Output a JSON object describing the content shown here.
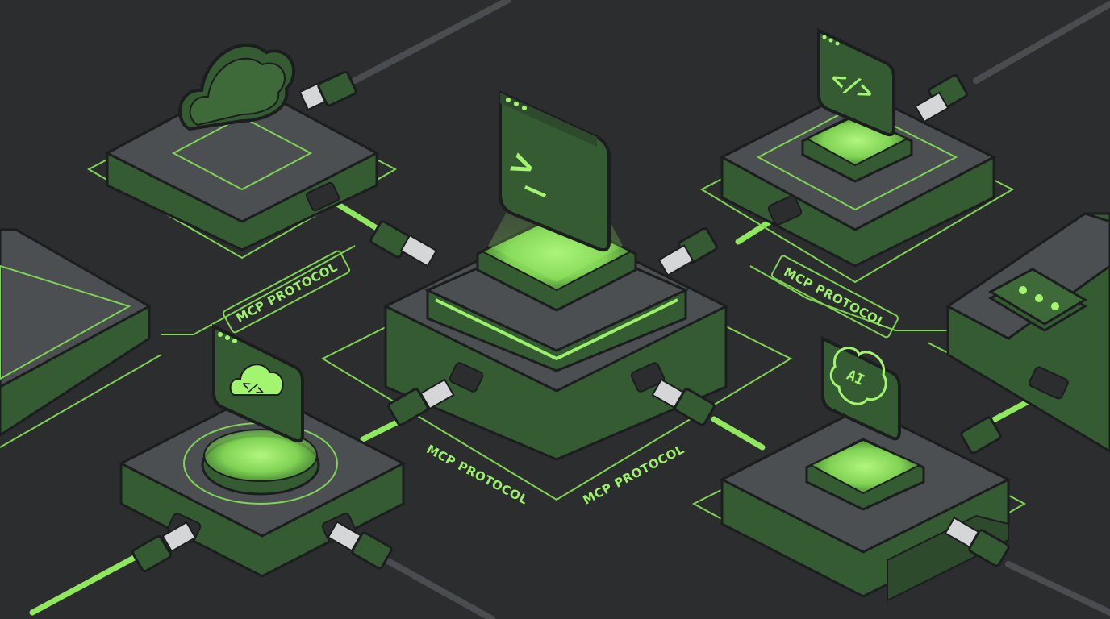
{
  "theme": {
    "background": "#2b2d2e",
    "accent": "#9cf06a",
    "module_top": "#4b4f51",
    "module_side": "#355b33",
    "outline": "#1b1d1e"
  },
  "labels": {
    "protocol_left": "MCP PROTOCOL",
    "protocol_right_upper": "MCP PROTOCOL",
    "protocol_bottom_left": "MCP PROTOCOL",
    "protocol_bottom_right": "MCP PROTOCOL"
  },
  "glyphs": {
    "terminal_prompt": ">_",
    "code": "</>",
    "cloud_code": "</>",
    "brain": "AI"
  },
  "modules": [
    {
      "icon": "cloud-icon"
    },
    {
      "icon": "terminal-icon"
    },
    {
      "icon": "code-window-icon"
    },
    {
      "icon": "cloud-code-window-icon"
    },
    {
      "icon": "ai-brain-icon"
    },
    {
      "icon": "dots-icon"
    }
  ]
}
